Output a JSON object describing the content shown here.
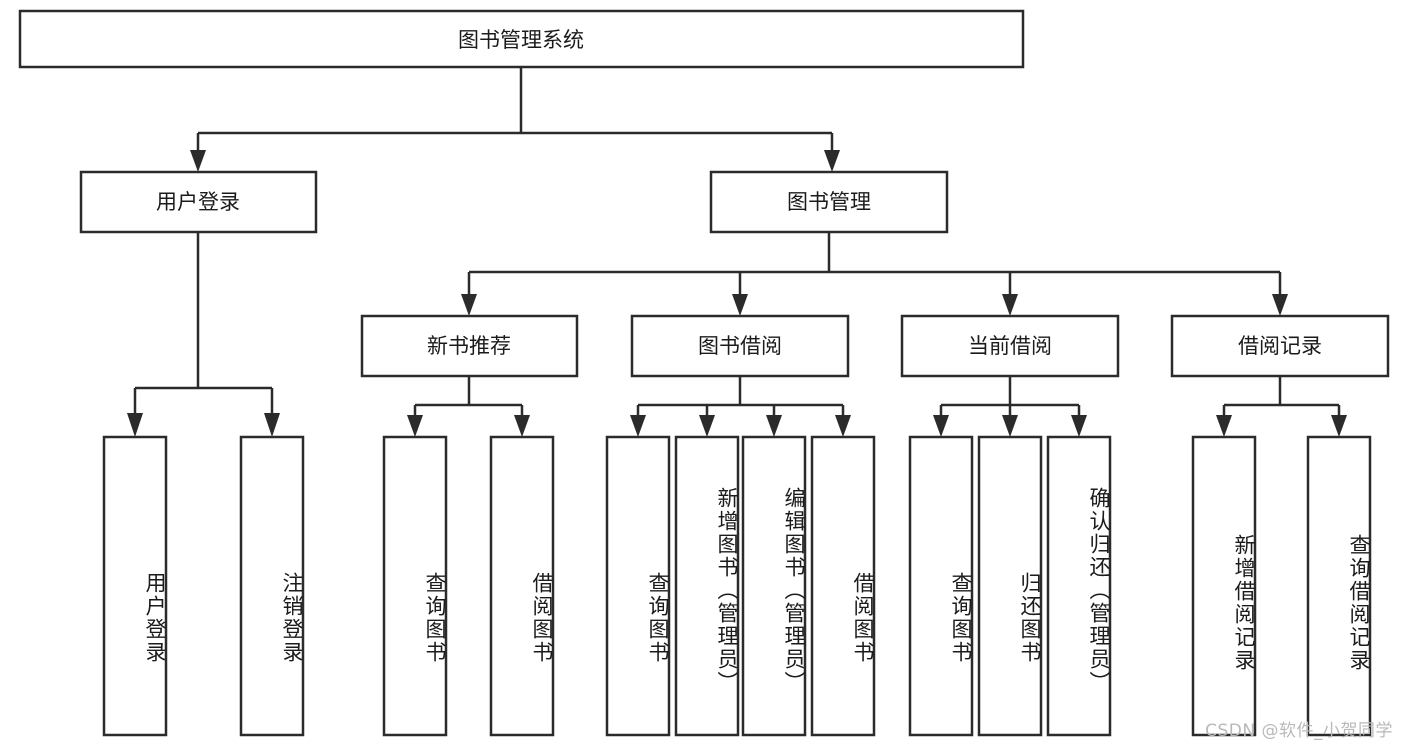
{
  "diagram": {
    "type": "tree-hierarchy",
    "title": "图书管理系统",
    "watermark": "CSDN @软件_小贺同学",
    "colors": {
      "box_stroke": "#2b2b2b",
      "box_fill": "#ffffff",
      "text": "#1b1b1b",
      "background": "#ffffff",
      "watermark": "#b9b9b9"
    },
    "level1": {
      "label": "图书管理系统"
    },
    "level2": [
      {
        "label": "用户登录"
      },
      {
        "label": "图书管理"
      }
    ],
    "level3": [
      {
        "label": "新书推荐"
      },
      {
        "label": "图书借阅"
      },
      {
        "label": "当前借阅"
      },
      {
        "label": "借阅记录"
      }
    ],
    "leaves": {
      "user_login": [
        {
          "label": "用户登录"
        },
        {
          "label": "注销登录"
        }
      ],
      "new_book_recommend": [
        {
          "label": "查询图书"
        },
        {
          "label": "借阅图书"
        }
      ],
      "book_borrow": [
        {
          "label": "查询图书"
        },
        {
          "label": "新增图书（管理员）"
        },
        {
          "label": "编辑图书（管理员）"
        },
        {
          "label": "借阅图书"
        }
      ],
      "current_borrow": [
        {
          "label": "查询图书"
        },
        {
          "label": "归还图书"
        },
        {
          "label": "确认归还（管理员）"
        }
      ],
      "borrow_record": [
        {
          "label": "新增借阅记录"
        },
        {
          "label": "查询借阅记录"
        }
      ]
    }
  }
}
